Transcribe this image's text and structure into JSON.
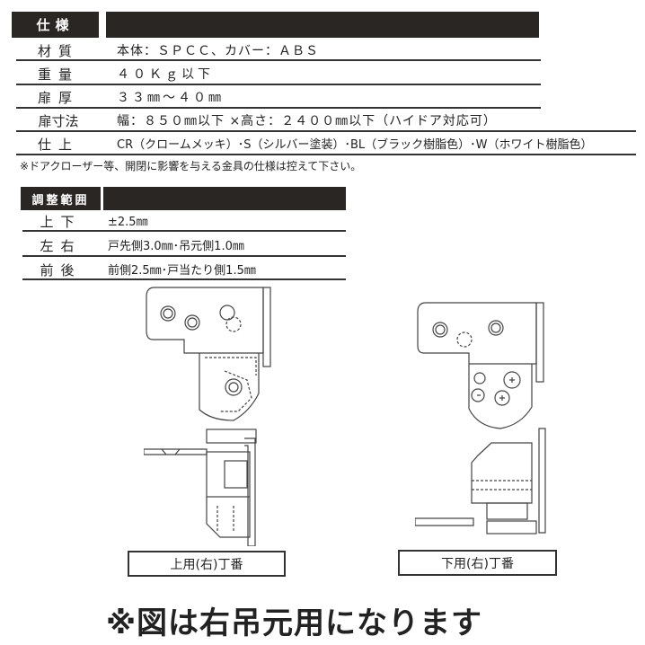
{
  "spec": {
    "title": "仕様",
    "rows": [
      {
        "label": "材質",
        "value": "本体：ＳＰＣＣ、カバー：ＡＢＳ"
      },
      {
        "label": "重量",
        "value": "４０Ｋｇ以下"
      },
      {
        "label": "扉厚",
        "value": "３３㎜～４０㎜"
      },
      {
        "label": "扉寸法",
        "value": "幅：８５０㎜以下 ×高さ：２４００㎜以下（ハイドア対応可）"
      },
      {
        "label": "仕上",
        "value": "CR（クロームメッキ）･S（シルバー塗装）･BL（ブラック樹脂色）･W（ホワイト樹脂色）"
      }
    ],
    "note": "※ドアクローザー等、開閉に影響を与える金具の仕様は控えて下さい。"
  },
  "adjust": {
    "title": "調整範囲",
    "rows": [
      {
        "label": "上下",
        "value": "±2.5㎜"
      },
      {
        "label": "左右",
        "value": "戸先側3.0㎜･吊元側1.0㎜"
      },
      {
        "label": "前後",
        "value": "前側2.5㎜･戸当たり側1.5㎜"
      }
    ]
  },
  "figures": {
    "upper": "上用(右)丁番",
    "lower": "下用(右)丁番"
  },
  "footer": "※図は右吊元用になります"
}
